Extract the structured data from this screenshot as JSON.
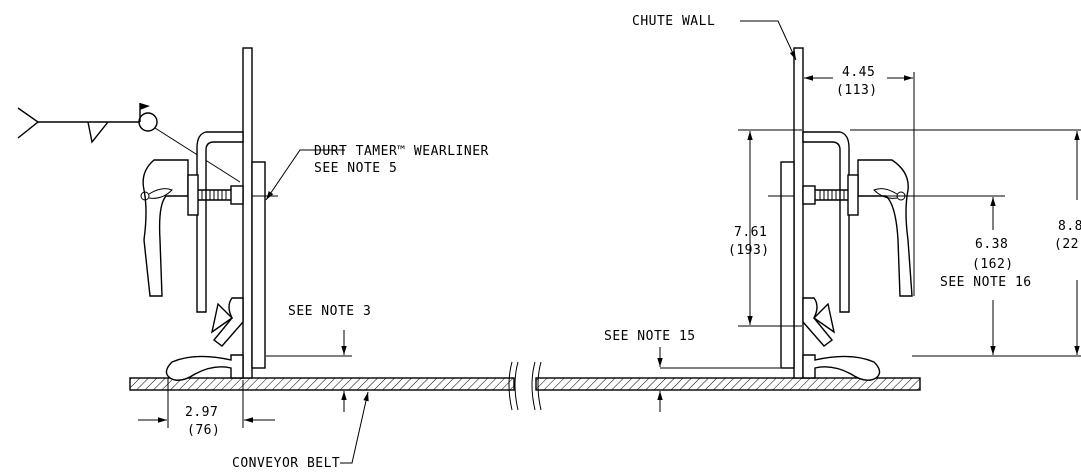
{
  "labels": {
    "chute_wall": "CHUTE WALL",
    "wearliner_line1": "DURT TAMER™ WEARLINER",
    "wearliner_line2": "SEE NOTE 5",
    "note3": "SEE NOTE 3",
    "note15": "SEE NOTE 15",
    "note16": "SEE NOTE 16",
    "conveyor_belt": "CONVEYOR BELT"
  },
  "dimensions": {
    "d445": "4.45",
    "d445_mm": "(113)",
    "d761": "7.61",
    "d761_mm": "(193)",
    "d638": "6.38",
    "d638_mm": "(162)",
    "d88": "8.8",
    "d88_mm": "(22",
    "d297": "2.97",
    "d297_mm": "(76)"
  }
}
